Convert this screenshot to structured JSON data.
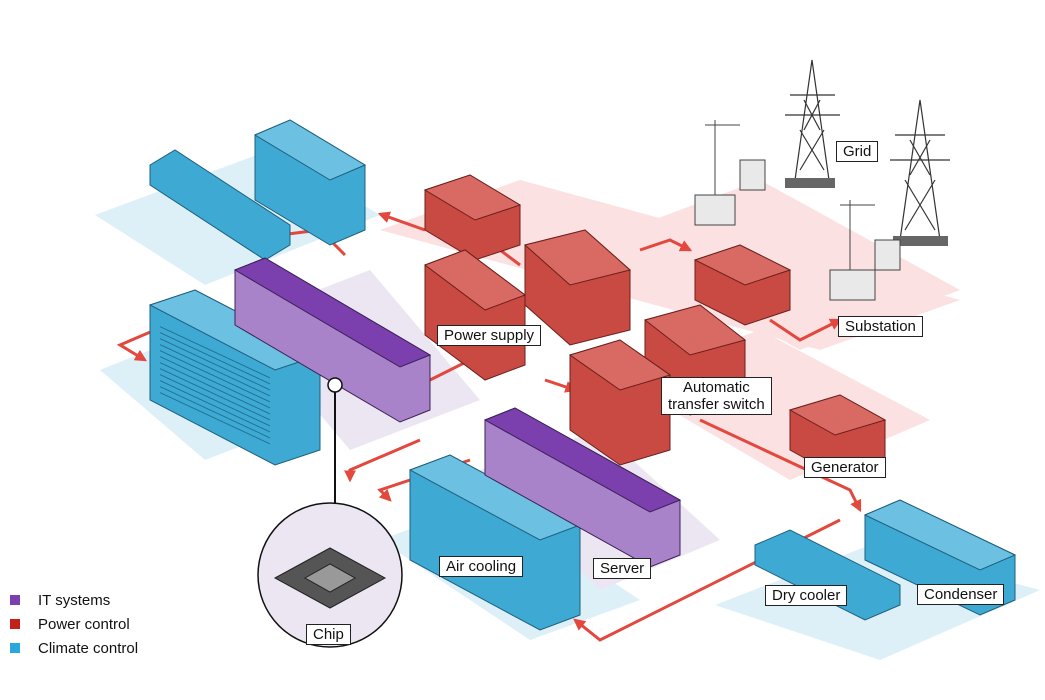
{
  "colors": {
    "it": "#7b3fae",
    "power": "#c94a43",
    "climate": "#3ea9d3",
    "power_floor": "#fbe1e1",
    "climate_floor": "#ddf0f8",
    "it_floor": "#ece6f3",
    "arrow": "#e2483d"
  },
  "labels": {
    "grid": "Grid",
    "substation": "Substation",
    "generator": "Generator",
    "ats_line1": "Automatic",
    "ats_line2": "transfer switch",
    "power_supply": "Power supply",
    "air_cooling": "Air cooling",
    "server": "Server",
    "chip": "Chip",
    "dry_cooler": "Dry cooler",
    "condenser": "Condenser"
  },
  "legend": [
    {
      "label": "IT systems",
      "color": "#7b3fae"
    },
    {
      "label": "Power control",
      "color": "#c3201c"
    },
    {
      "label": "Climate control",
      "color": "#29a8e0"
    }
  ]
}
